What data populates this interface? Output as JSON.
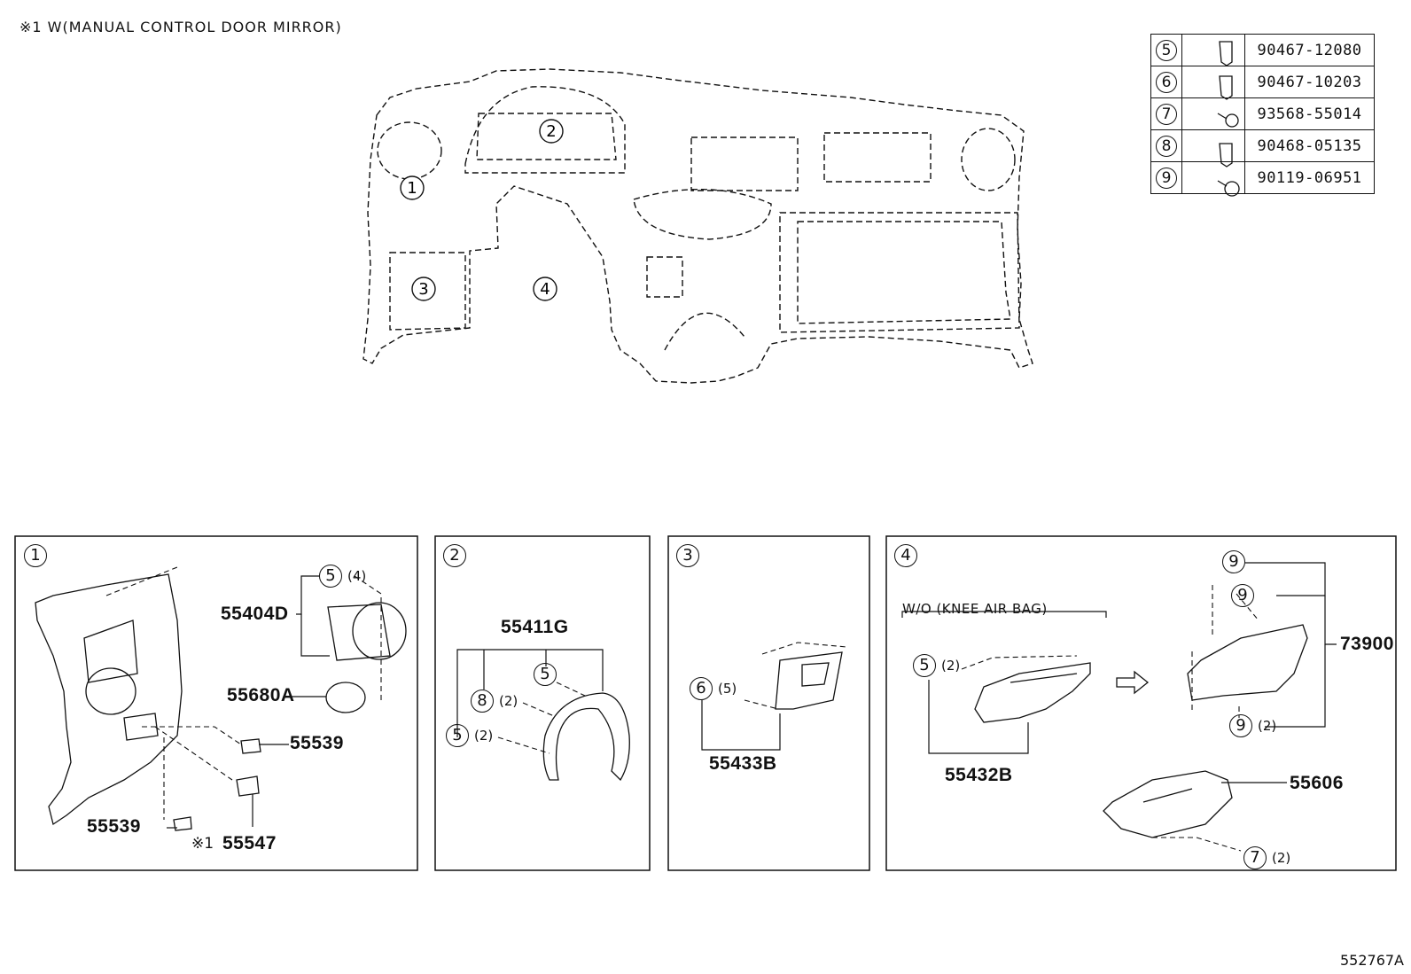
{
  "note": "※1 W(MANUAL  CONTROL  DOOR  MIRROR)",
  "reference": "552767A",
  "legend": [
    {
      "ref": "5",
      "icon": "clip-icon",
      "part": "90467-12080"
    },
    {
      "ref": "6",
      "icon": "clip-icon",
      "part": "90467-10203"
    },
    {
      "ref": "7",
      "icon": "screw-icon",
      "part": "93568-55014"
    },
    {
      "ref": "8",
      "icon": "clip-icon",
      "part": "90468-05135"
    },
    {
      "ref": "9",
      "icon": "bolt-icon",
      "part": "90119-06951"
    }
  ],
  "overview_callouts": [
    "1",
    "2",
    "3",
    "4"
  ],
  "panels": {
    "p1": {
      "index": "1",
      "parts": [
        "55404D",
        "55680A",
        "55539",
        "55539",
        "55547"
      ],
      "ref_5": "5",
      "qty_4": "(4)",
      "note_mark": "※1"
    },
    "p2": {
      "index": "2",
      "parts": [
        "55411G"
      ],
      "ref_5a": "5",
      "ref_8": "8",
      "qty_8": "(2)",
      "ref_5b": "5",
      "qty_5b": "(2)"
    },
    "p3": {
      "index": "3",
      "parts": [
        "55433B"
      ],
      "ref_6": "6",
      "qty_6": "(5)"
    },
    "p4": {
      "index": "4",
      "condition": "W/O (KNEE AIR BAG)",
      "parts": [
        "55432B",
        "73900",
        "55606"
      ],
      "ref_5": "5",
      "qty_5": "(2)",
      "ref_9a": "9",
      "ref_9b": "9",
      "ref_9c": "9",
      "qty_9c": "(2)",
      "ref_7": "7",
      "qty_7": "(2)"
    }
  }
}
